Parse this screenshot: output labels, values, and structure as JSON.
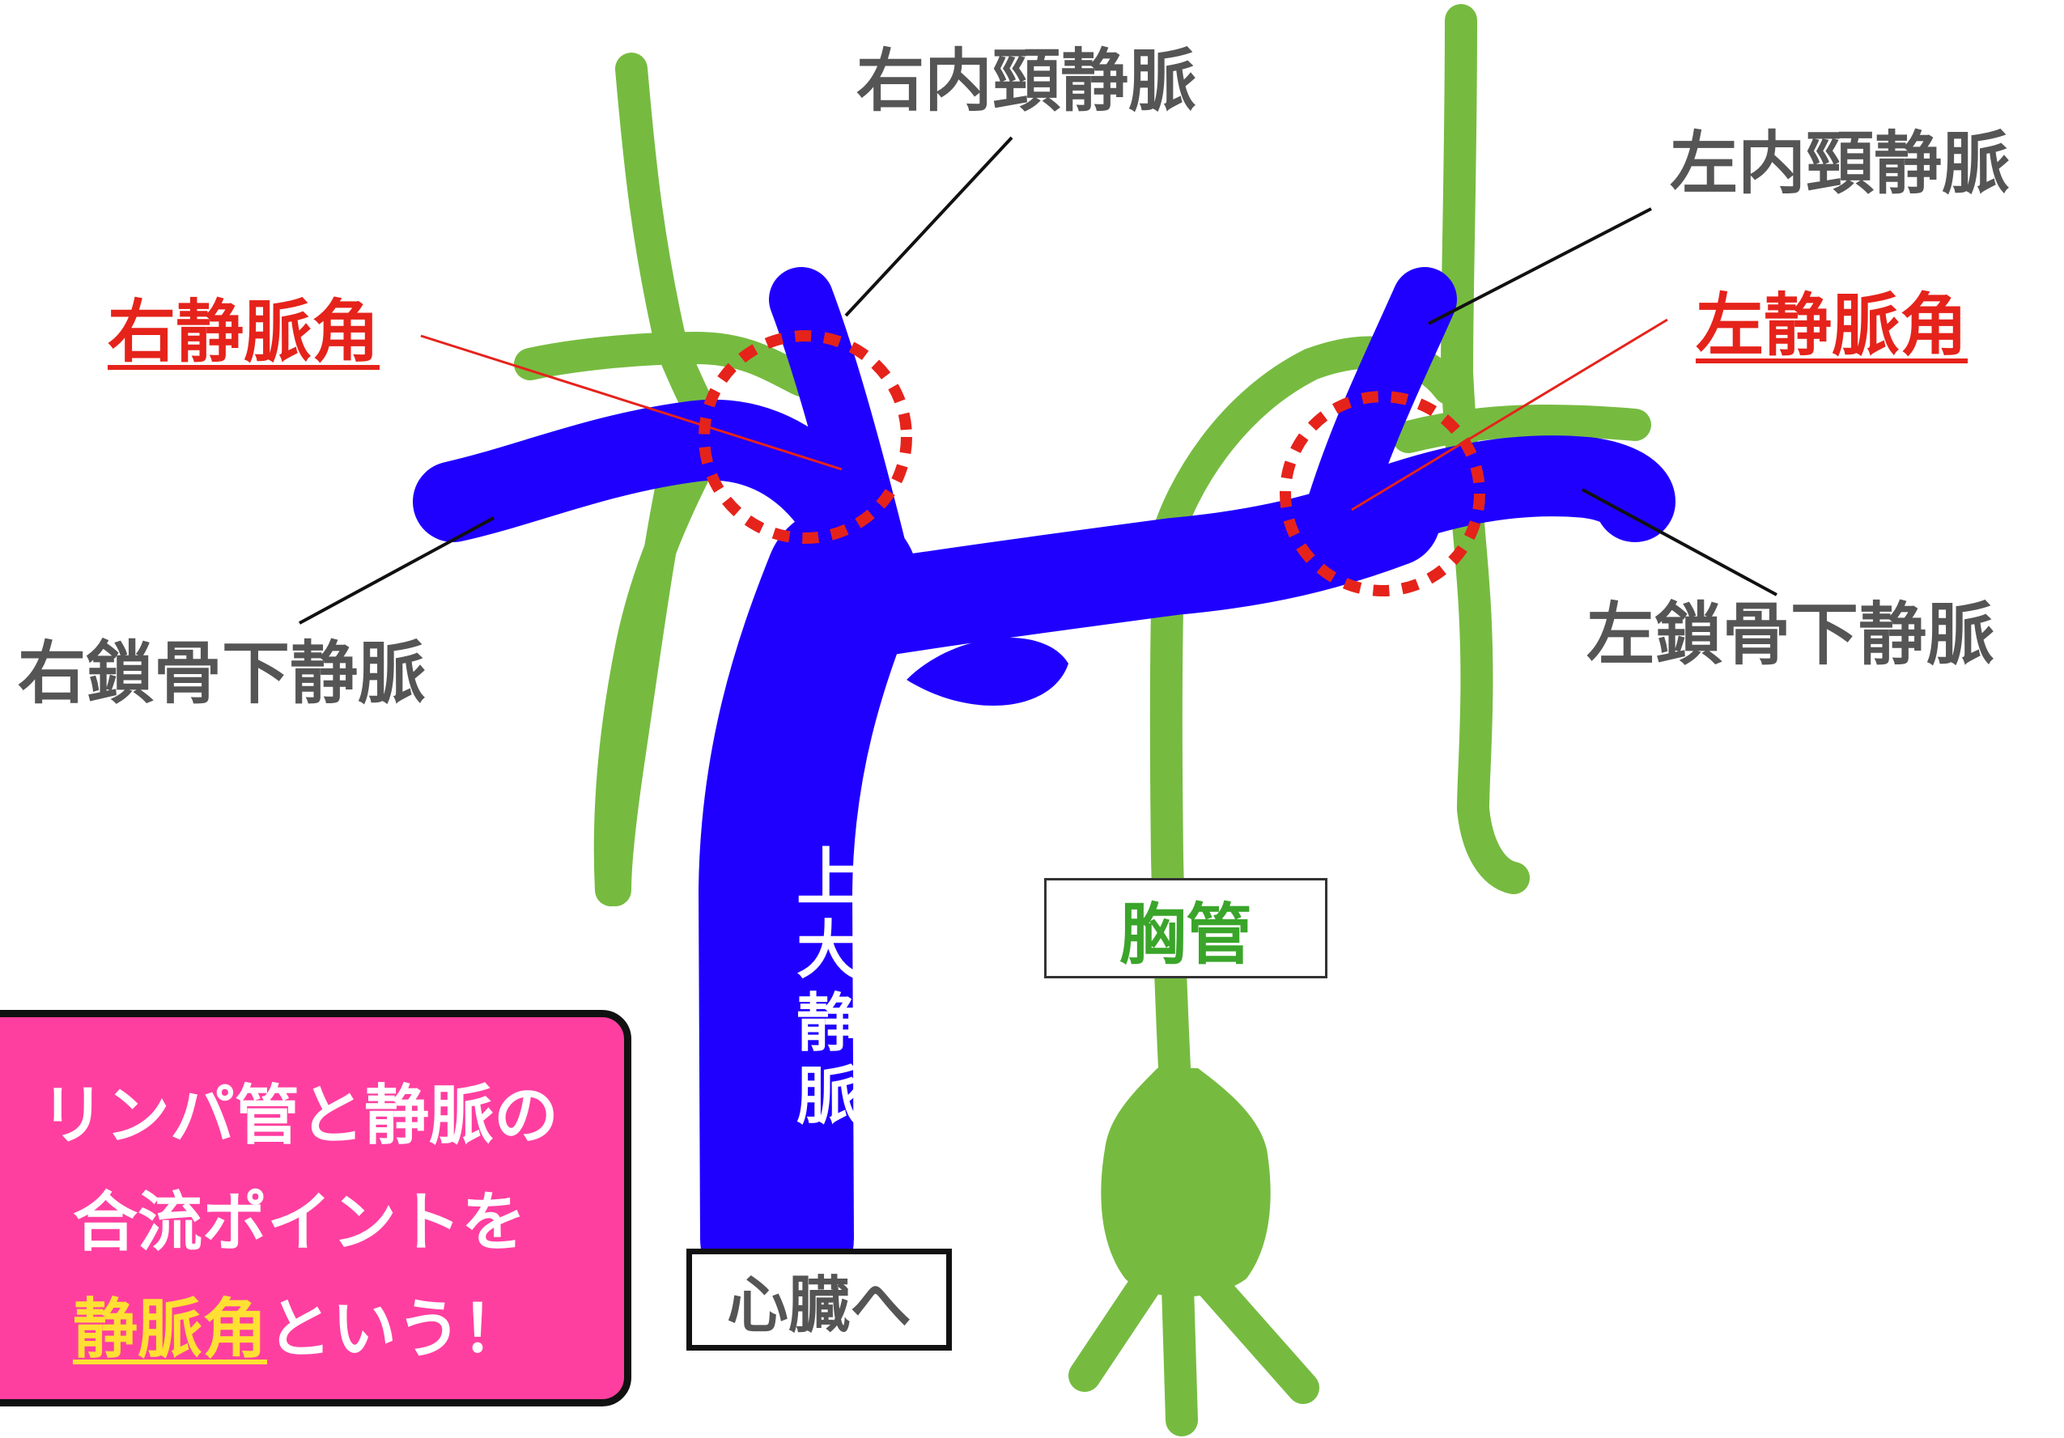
{
  "labels": {
    "right_internal_jugular": "右内頸静脈",
    "left_internal_jugular": "左内頸静脈",
    "right_venous_angle": "右静脈角",
    "left_venous_angle": "左静脈角",
    "right_subclavian": "右鎖骨下静脈",
    "left_subclavian": "左鎖骨下静脈",
    "superior_vena_cava": [
      "上",
      "大",
      "静",
      "脈"
    ],
    "thoracic_duct": "胸管",
    "to_heart": "心臓へ"
  },
  "callout": {
    "line1": "リンパ管と静脈の",
    "line2": "合流ポイントを",
    "line3_highlight": "静脈角",
    "line3_rest": "という！"
  },
  "colors": {
    "vein": "#1f00ff",
    "lymph": "#76bb40",
    "angle_marker": "#e5231b",
    "label_gray": "#555555",
    "callout_bg": "#ff3fa0",
    "highlight": "#ffe033"
  }
}
